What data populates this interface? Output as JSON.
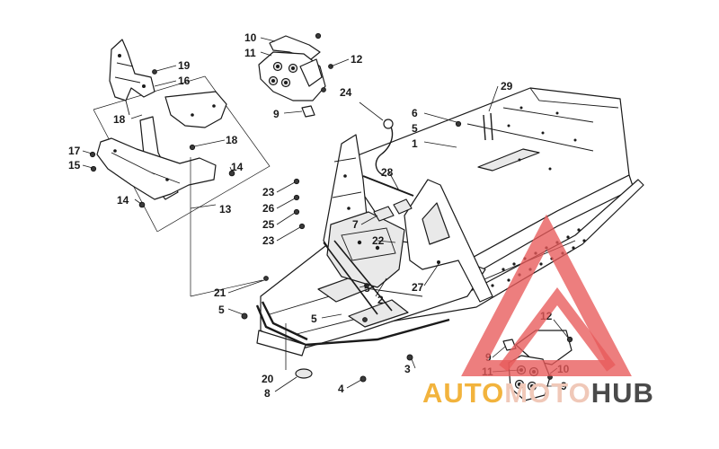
{
  "callouts": [
    {
      "id": "c19",
      "label": "19"
    },
    {
      "id": "c16",
      "label": "16"
    },
    {
      "id": "c18a",
      "label": "18"
    },
    {
      "id": "c18b",
      "label": "18"
    },
    {
      "id": "c17",
      "label": "17"
    },
    {
      "id": "c15",
      "label": "15"
    },
    {
      "id": "c14a",
      "label": "14"
    },
    {
      "id": "c14b",
      "label": "14"
    },
    {
      "id": "c13",
      "label": "13"
    },
    {
      "id": "c10a",
      "label": "10"
    },
    {
      "id": "c11a",
      "label": "11"
    },
    {
      "id": "c12a",
      "label": "12"
    },
    {
      "id": "c9a",
      "label": "9"
    },
    {
      "id": "c24",
      "label": "24"
    },
    {
      "id": "c6",
      "label": "6"
    },
    {
      "id": "c5a",
      "label": "5"
    },
    {
      "id": "c1",
      "label": "1"
    },
    {
      "id": "c29",
      "label": "29"
    },
    {
      "id": "c28",
      "label": "28"
    },
    {
      "id": "c23a",
      "label": "23"
    },
    {
      "id": "c26",
      "label": "26"
    },
    {
      "id": "c25",
      "label": "25"
    },
    {
      "id": "c23b",
      "label": "23"
    },
    {
      "id": "c7",
      "label": "7"
    },
    {
      "id": "c22",
      "label": "22"
    },
    {
      "id": "c27",
      "label": "27"
    },
    {
      "id": "c21",
      "label": "21"
    },
    {
      "id": "c5b",
      "label": "5"
    },
    {
      "id": "c5c",
      "label": "5"
    },
    {
      "id": "c2",
      "label": "2"
    },
    {
      "id": "c5d",
      "label": "5"
    },
    {
      "id": "c20",
      "label": "20"
    },
    {
      "id": "c8",
      "label": "8"
    },
    {
      "id": "c4",
      "label": "4"
    },
    {
      "id": "c3",
      "label": "3"
    },
    {
      "id": "c12b",
      "label": "12"
    },
    {
      "id": "c9b",
      "label": "9"
    },
    {
      "id": "c11b",
      "label": "11"
    },
    {
      "id": "c10b",
      "label": "10"
    },
    {
      "id": "c9c",
      "label": "9"
    }
  ],
  "watermark": {
    "part1": "AUTO",
    "part2": "MOTO",
    "part3": "HUB",
    "color_part1": "#f2b33d",
    "color_part2": "#f0c8b8",
    "color_part3": "#4a4a4a",
    "triangle_color": "#e85a5a"
  }
}
